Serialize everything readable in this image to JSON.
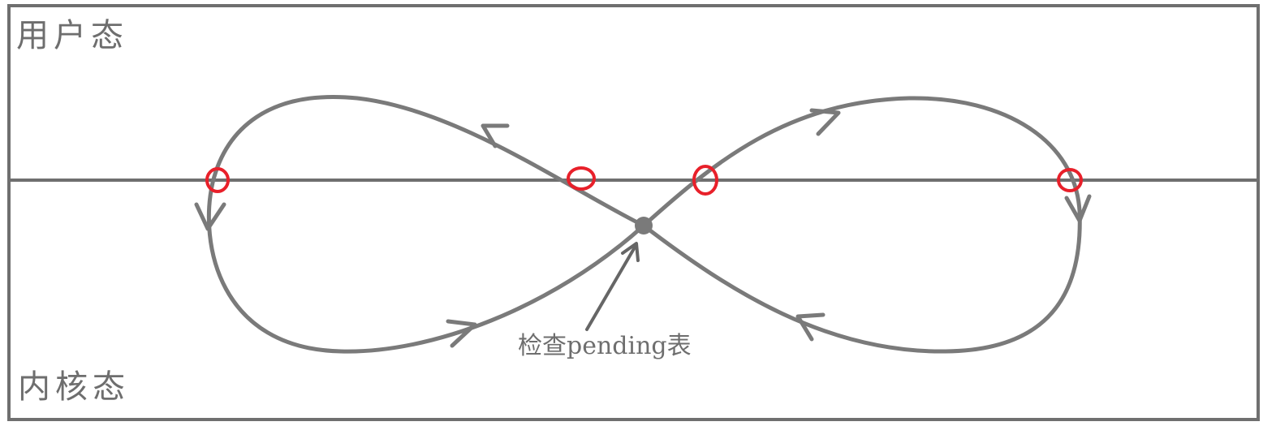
{
  "labels": {
    "user_mode": "用户态",
    "kernel_mode": "内核态",
    "check_pending": "检查pending表"
  },
  "colors": {
    "stroke": "#7a7a7a",
    "text": "#6e6e6e",
    "crossing_marker": "#e8202a",
    "background": "#ffffff"
  }
}
